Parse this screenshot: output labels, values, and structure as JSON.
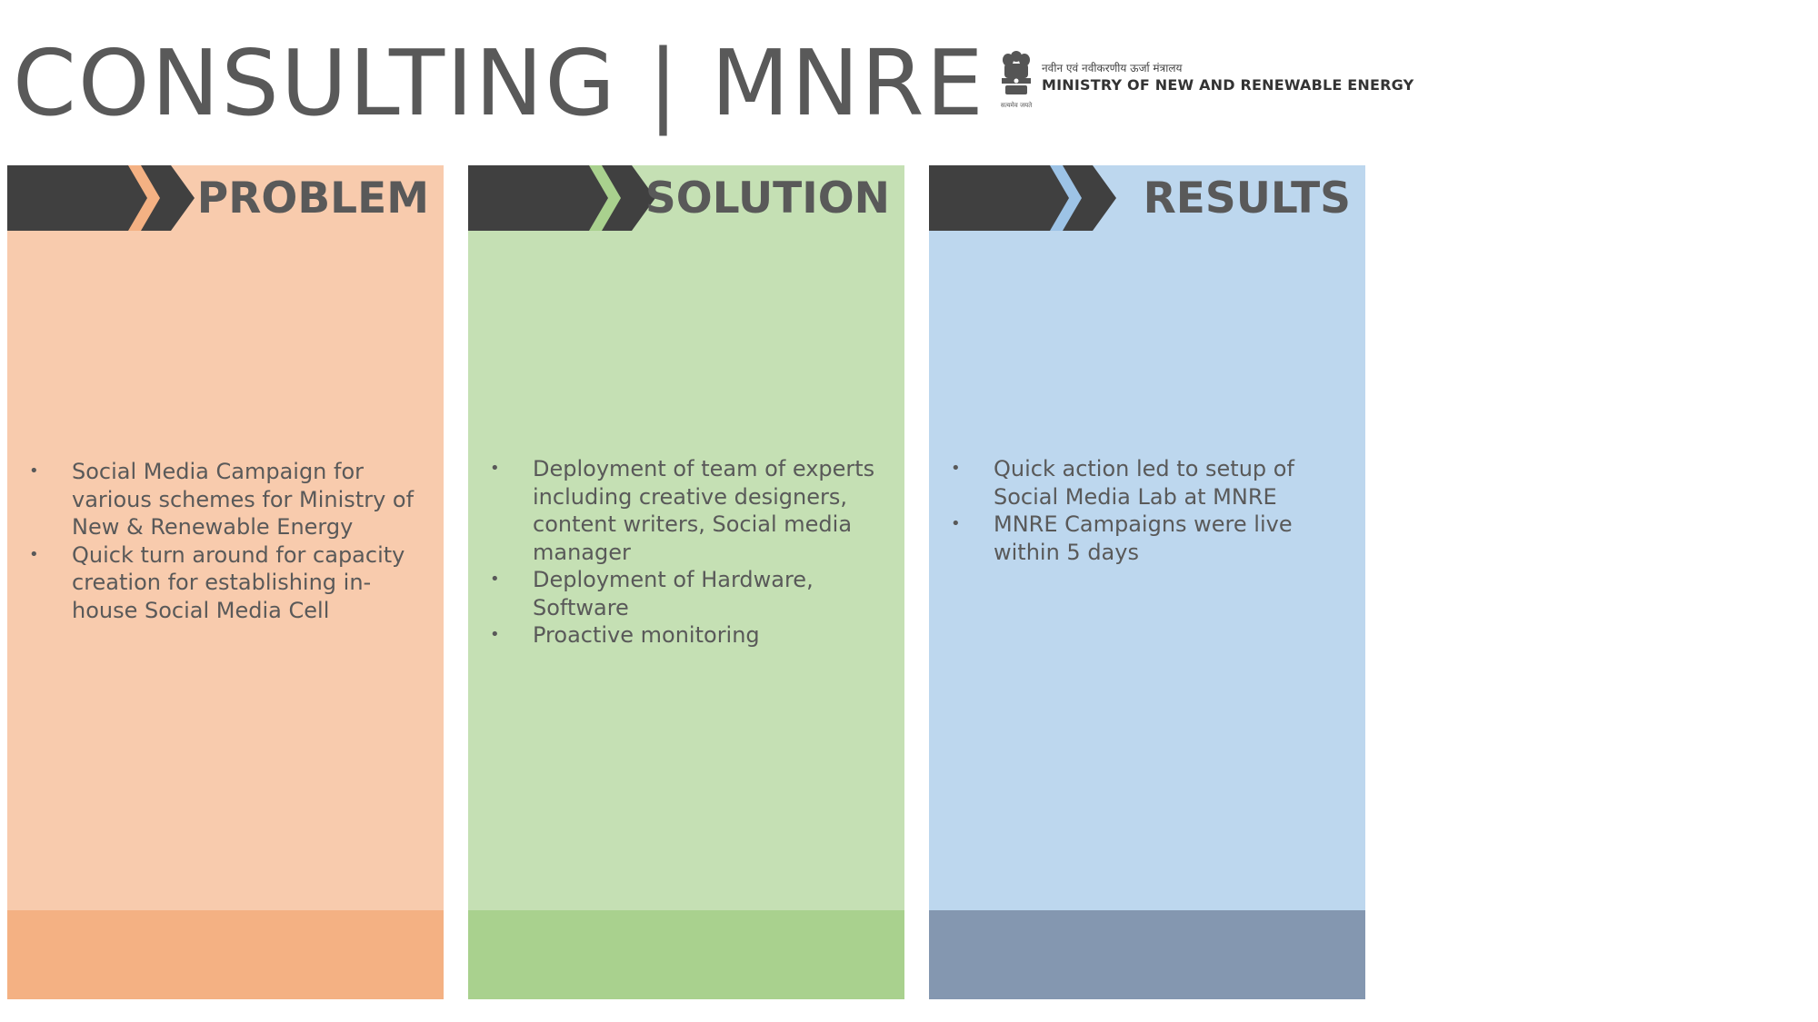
{
  "header": {
    "title": "CONSULTING | MNRE"
  },
  "logo": {
    "hindi_text": "नवीन एवं नवीकरणीय ऊर्जा मंत्रालय",
    "english_text": "MINISTRY OF NEW AND RENEWABLE ENERGY",
    "emblem_motto": "सत्यमेव जयते",
    "icon": "national-emblem-icon"
  },
  "colors": {
    "title": "#595959",
    "arrow_dark": "#404040",
    "problem_body": "#F8CBAD",
    "problem_foot": "#F4B183",
    "problem_accent": "#F4B183",
    "solution_body": "#C5E0B4",
    "solution_foot": "#A9D18E",
    "solution_accent": "#A9D18E",
    "results_body": "#BDD7EE",
    "results_foot": "#8497B0",
    "results_accent": "#9DC3E6"
  },
  "panels": {
    "problem": {
      "heading": "PROBLEM",
      "bullets": [
        "Social Media Campaign for various schemes for Ministry of New & Renewable Energy",
        "Quick turn around for capacity creation for establishing in-house Social Media Cell"
      ]
    },
    "solution": {
      "heading": "SOLUTION",
      "bullets": [
        "Deployment of team of experts including creative designers, content writers, Social media manager",
        "Deployment of Hardware, Software",
        "Proactive monitoring"
      ]
    },
    "results": {
      "heading": "RESULTS",
      "bullets": [
        "Quick action led to setup of Social Media Lab at MNRE",
        "MNRE Campaigns were live within 5 days"
      ]
    }
  }
}
